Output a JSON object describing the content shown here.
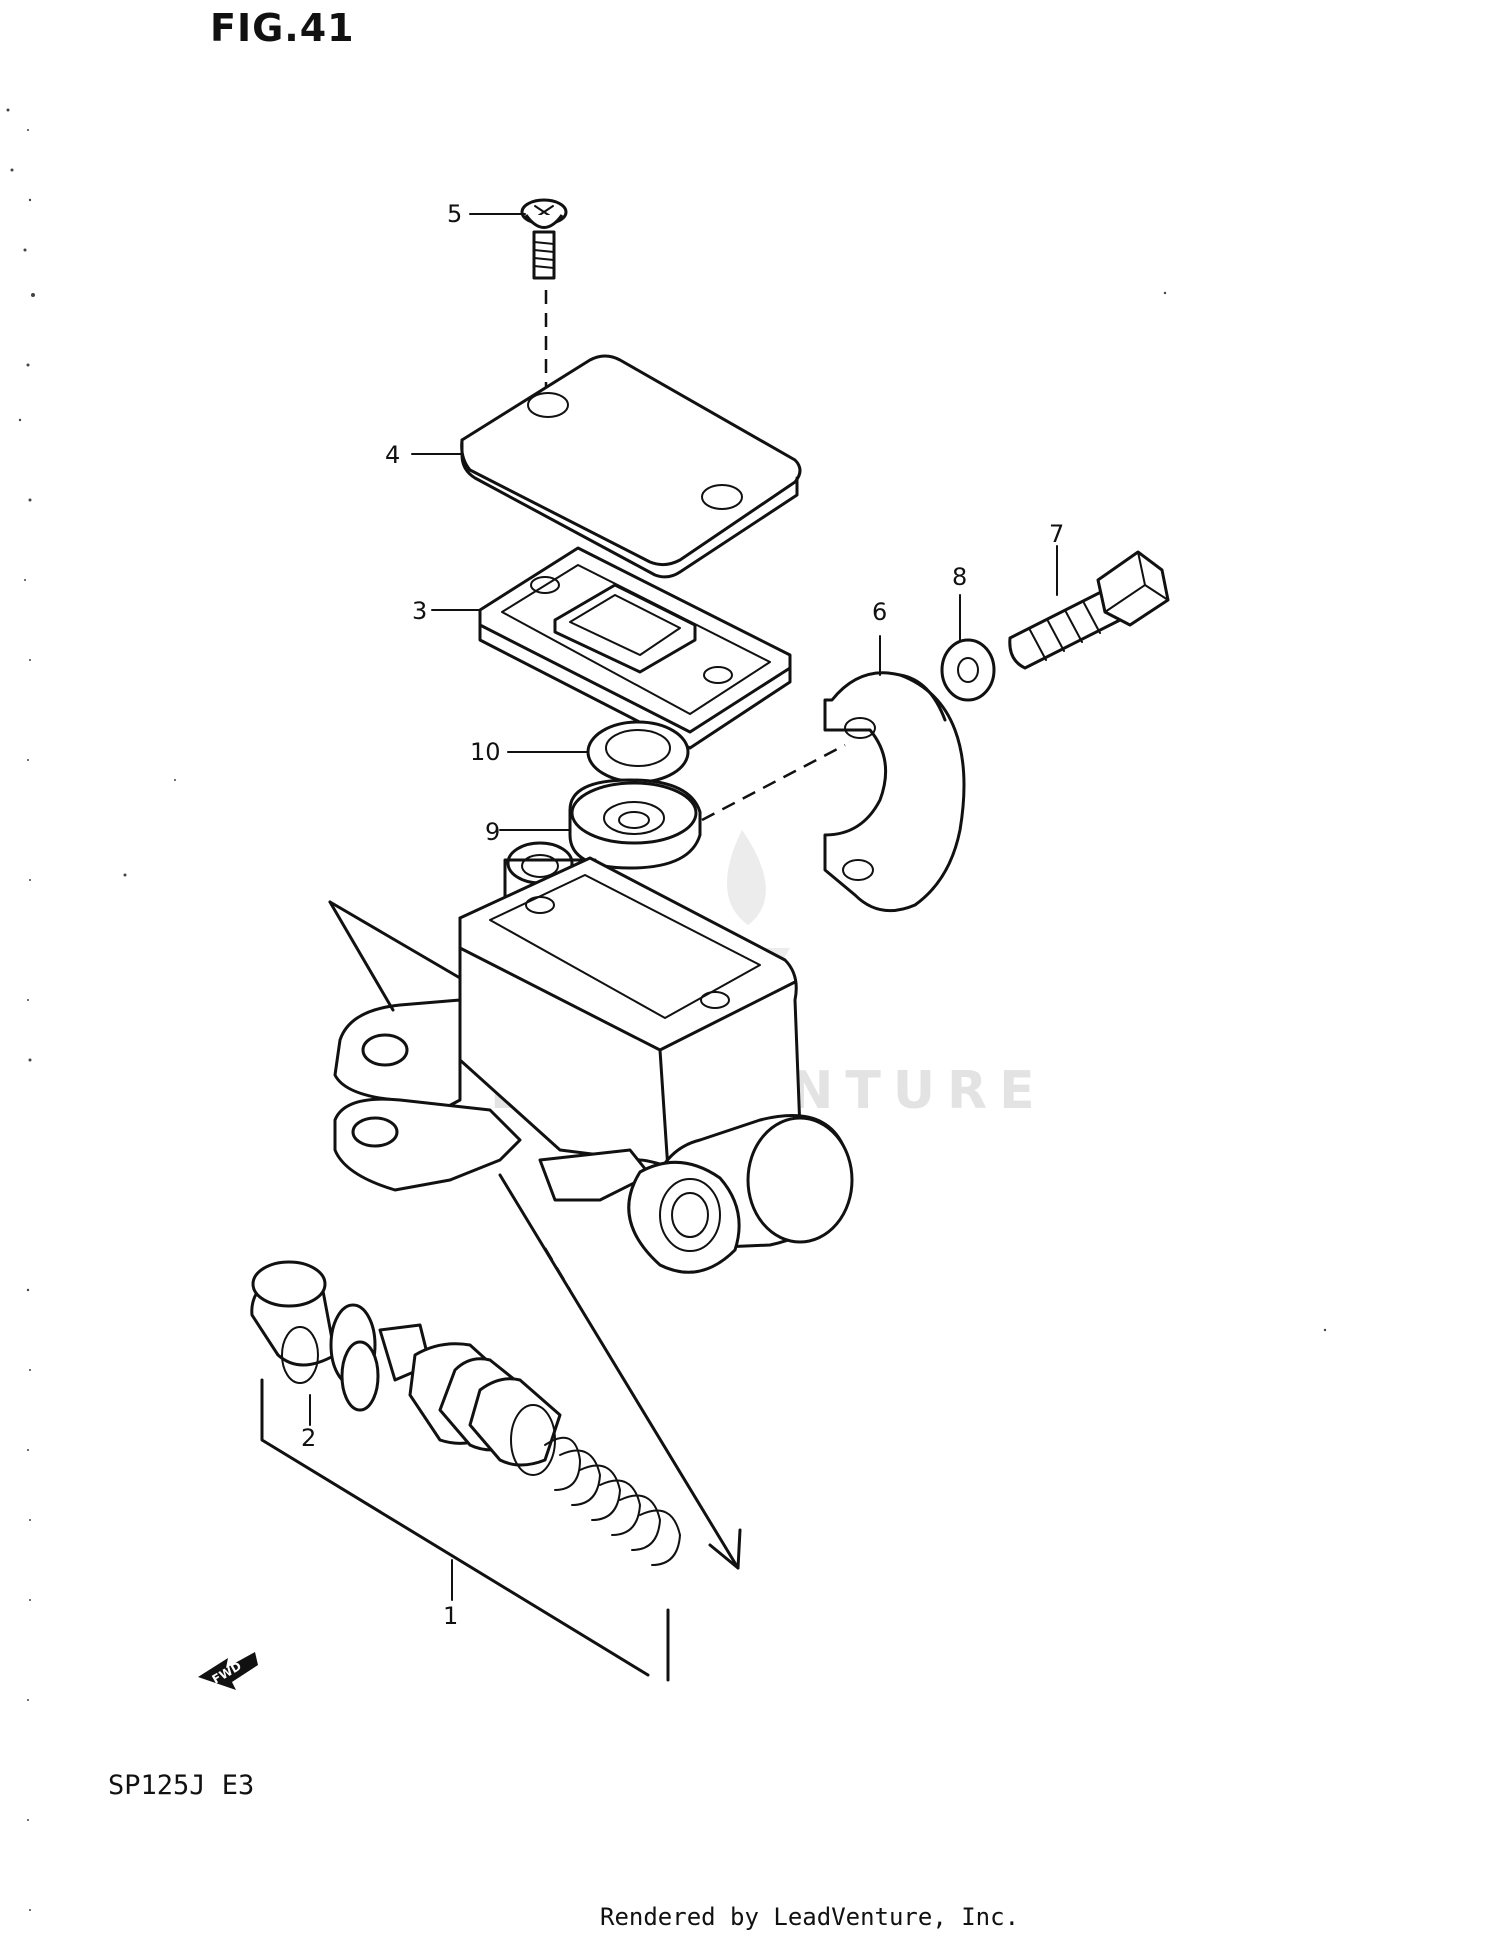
{
  "figure": {
    "title": "FIG.41"
  },
  "model_code": "SP125J E3",
  "footer": "Rendered by LeadVenture, Inc.",
  "watermark": "LEADVENTURE",
  "fwd_arrow": {
    "label": "FWD"
  },
  "callouts": [
    "1",
    "2",
    "3",
    "4",
    "5",
    "6",
    "7",
    "8",
    "9",
    "10"
  ]
}
